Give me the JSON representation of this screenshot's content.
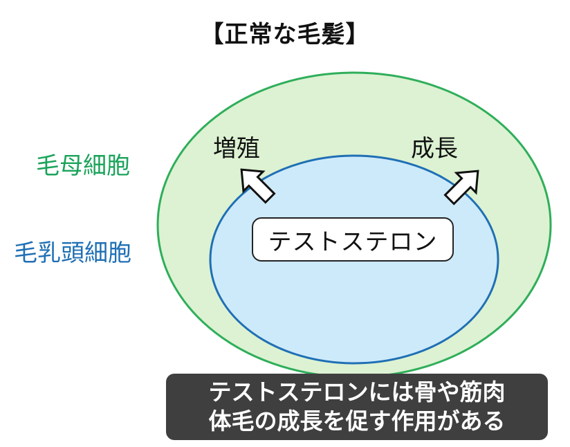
{
  "title": "【正常な毛髪】",
  "labels": {
    "outer_cell": "毛母細胞",
    "inner_cell": "毛乳頭細胞",
    "proliferation": "増殖",
    "growth": "成長"
  },
  "center_box": "テストステロン",
  "caption": {
    "line1": "テストステロンには骨や筋肉",
    "line2": "体毛の成長を促す作用がある"
  },
  "colors": {
    "outer_fill": "#dcf2d2",
    "outer_stroke": "#2fae5a",
    "inner_fill": "#cdeafa",
    "inner_stroke": "#1f6fb5",
    "outer_label": "#1aa35a",
    "inner_label": "#1f6fb5",
    "caption_bg": "#3f3f3f"
  },
  "icons": {
    "arrow_left": "arrow-up-left-icon",
    "arrow_right": "arrow-up-right-icon"
  }
}
